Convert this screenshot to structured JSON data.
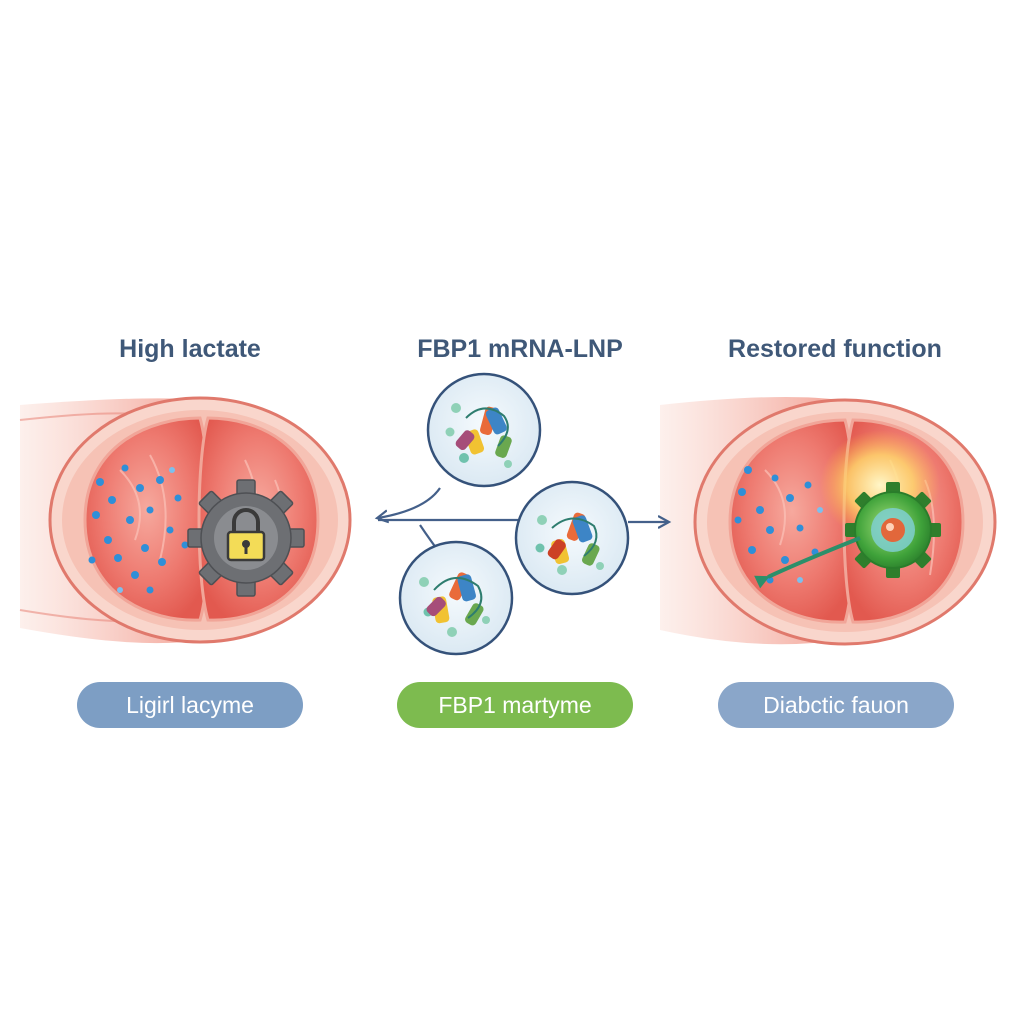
{
  "panels": {
    "left": {
      "heading": "High lactate",
      "label": "Ligirl lacyme"
    },
    "middle": {
      "heading": "FBP1 mRNA-LNP",
      "label": "FBP1 martyme"
    },
    "right": {
      "heading": "Restored function",
      "label": "Diabctic fauon"
    }
  },
  "icons": {
    "left": "padlock-gear-icon",
    "middle": "lipid-nanoparticle-icon",
    "right": "green-gear-icon"
  },
  "colors": {
    "heading_text": "#3f5878",
    "tissue_red": "#ec6a63",
    "tissue_pink": "#f7b3a6",
    "lactate_dots": "#2f8fd8",
    "arrow": "#44608a",
    "pill_left": "#7d9ec4",
    "pill_middle": "#7dbb4f",
    "pill_right": "#8aa6c9"
  }
}
